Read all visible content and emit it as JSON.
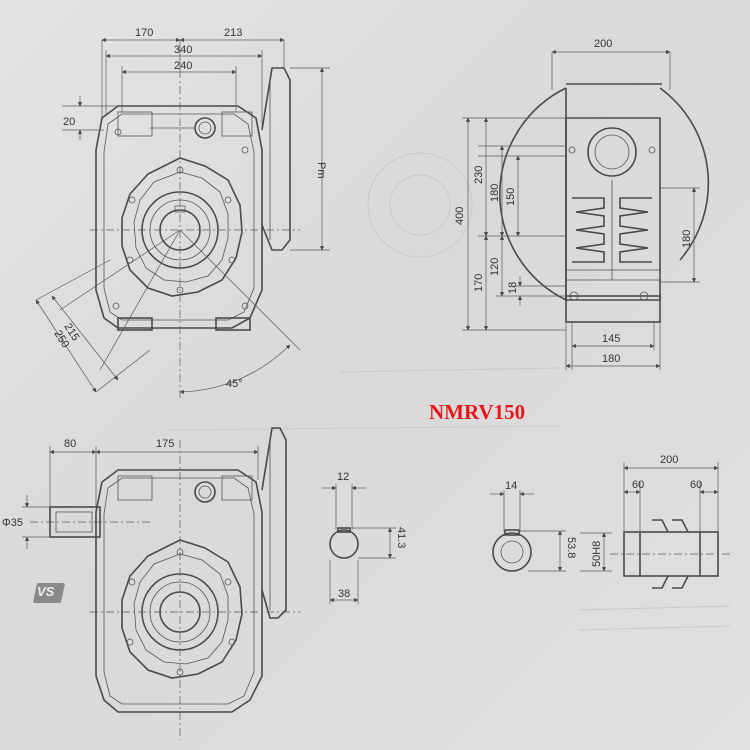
{
  "model": {
    "label": "NMRV150",
    "color": "#e8161a"
  },
  "views": {
    "front": {
      "dim_170": "170",
      "dim_213": "213",
      "dim_340": "340",
      "dim_240": "240",
      "dim_20": "20",
      "dim_pm": "Pm",
      "dim_215": "215",
      "dim_250": "250",
      "angle": "45°"
    },
    "side": {
      "dim_200": "200",
      "dim_400": "400",
      "dim_230": "230",
      "dim_180a": "180",
      "dim_150": "150",
      "dim_120": "120",
      "dim_170": "170",
      "dim_18": "18",
      "dim_180r": "180",
      "dim_145": "145",
      "dim_180b": "180"
    },
    "input": {
      "dim_80": "80",
      "dim_175": "175",
      "dim_phi35": "Φ35",
      "badge": "VS"
    },
    "keyway_input": {
      "dim_12": "12",
      "dim_41": "41.3",
      "dim_38": "38"
    },
    "keyway_output": {
      "dim_14": "14",
      "dim_53": "53.8",
      "dim_50h8": "50H8"
    },
    "output_shaft": {
      "dim_200": "200",
      "dim_60a": "60",
      "dim_60b": "60"
    }
  }
}
